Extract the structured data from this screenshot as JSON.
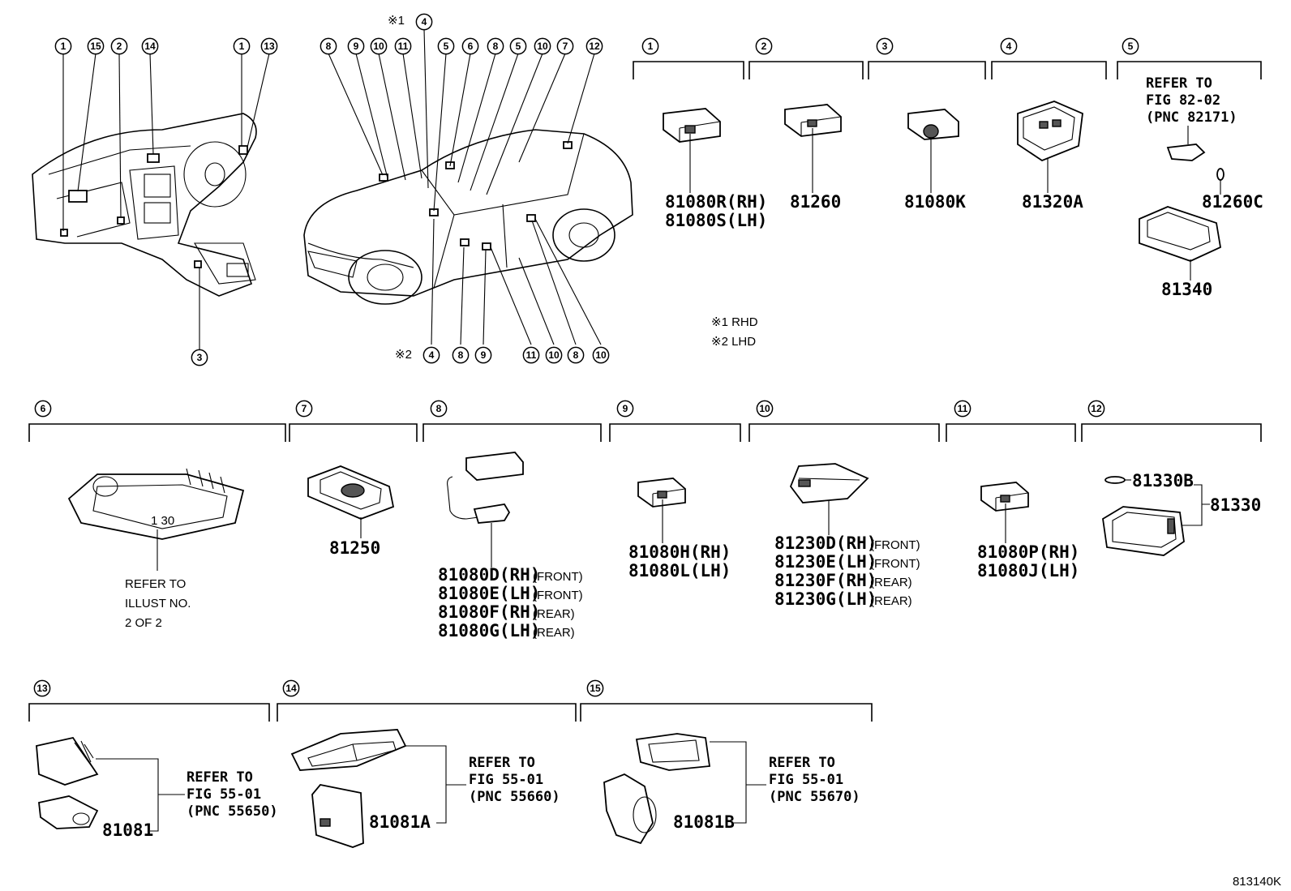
{
  "callouts": [
    "1",
    "2",
    "3",
    "4",
    "5",
    "6",
    "7",
    "8",
    "9",
    "10",
    "11",
    "12",
    "13",
    "14",
    "15"
  ],
  "overview_notes": {
    "rhd_mark": "※1",
    "lhd_mark": "※2",
    "rhd": "※1 RHD",
    "lhd": "※2 LHD"
  },
  "groups": {
    "g1": {
      "pn": [
        "81080R(RH)",
        "81080S(LH)"
      ]
    },
    "g2": {
      "pn": [
        "81260"
      ]
    },
    "g3": {
      "pn": [
        "81080K"
      ]
    },
    "g4": {
      "pn": [
        "81320A"
      ]
    },
    "g5": {
      "refer": [
        "REFER TO",
        "FIG 82-02",
        "(PNC 82171)"
      ],
      "pn": [
        "81260C",
        "81340"
      ]
    },
    "g6": {
      "refer": [
        "REFER TO",
        "ILLUST NO.",
        "2 OF 2"
      ]
    },
    "g7": {
      "pn": [
        "81250"
      ]
    },
    "g8": {
      "pn": [
        "81080D(RH)",
        "81080E(LH)",
        "81080F(RH)",
        "81080G(LH)"
      ],
      "qual": [
        "(FRONT)",
        "(FRONT)",
        "(REAR)",
        "(REAR)"
      ]
    },
    "g9": {
      "pn": [
        "81080H(RH)",
        "81080L(LH)"
      ]
    },
    "g10": {
      "pn": [
        "81230D(RH)",
        "81230E(LH)",
        "81230F(RH)",
        "81230G(LH)"
      ],
      "qual": [
        "(FRONT)",
        "(FRONT)",
        "(REAR)",
        "(REAR)"
      ]
    },
    "g11": {
      "pn": [
        "81080P(RH)",
        "81080J(LH)"
      ]
    },
    "g12": {
      "pn": [
        "81330B",
        "81330"
      ]
    },
    "g13": {
      "pn": [
        "81081"
      ],
      "refer": [
        "REFER TO",
        "FIG 55-01",
        "(PNC 55650)"
      ]
    },
    "g14": {
      "pn": [
        "81081A"
      ],
      "refer": [
        "REFER TO",
        "FIG 55-01",
        "(PNC 55660)"
      ]
    },
    "g15": {
      "pn": [
        "81081B"
      ],
      "refer": [
        "REFER TO",
        "FIG 55-01",
        "(PNC 55670)"
      ]
    }
  },
  "figure_id": "813140K"
}
